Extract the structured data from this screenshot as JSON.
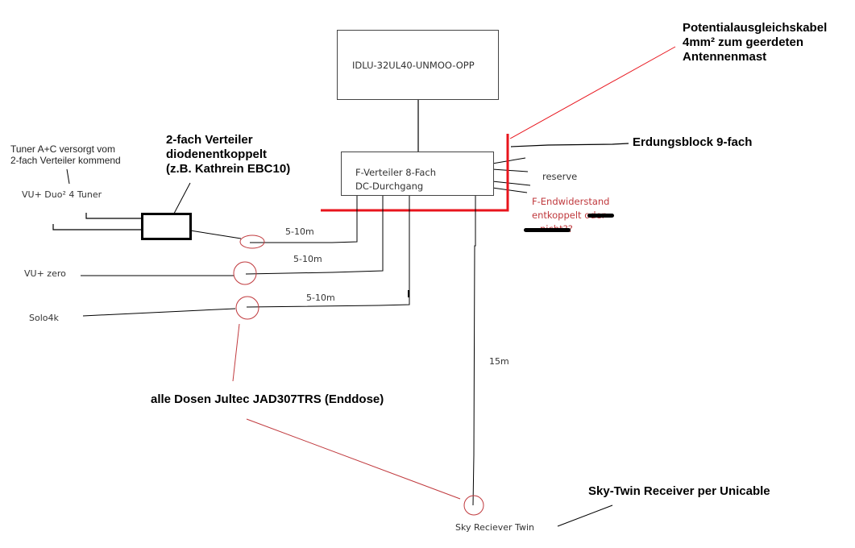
{
  "diagram": {
    "lnb": {
      "label": "IDLU-32UL40-UNMOO-OPP"
    },
    "multiswitch": {
      "line1": "F-Verteiler 8-Fach",
      "line2": "DC-Durchgang"
    },
    "potential_cable_note": {
      "line1": "Potentialausgleichskabel",
      "line2": "4mm² zum geerdeten",
      "line3": "Antennenmast"
    },
    "grounding_block": {
      "label": "Erdungsblock 9-fach"
    },
    "reserve": {
      "label": "reserve"
    },
    "terminator_note": {
      "line1": "F-Endwiderstand",
      "line2": "entkoppelt",
      "line2_struck": "oder",
      "line3_struck": "nicht??"
    },
    "splitter_note": {
      "line1": "2-fach Verteiler",
      "line2": "diodenentkoppelt",
      "line3": "(z.B. Kathrein EBC10)"
    },
    "tuner_note": {
      "line1": "Tuner A+C versorgt vom",
      "line2": "2-fach Verteiler kommend"
    },
    "devices": [
      {
        "label": "VU+ Duo² 4 Tuner",
        "cable_length": "5-10m"
      },
      {
        "label": "VU+ zero",
        "cable_length": "5-10m"
      },
      {
        "label": "Solo4k",
        "cable_length": "5-10m"
      },
      {
        "label": "Sky Reciever Twin",
        "cable_length": "15m"
      }
    ],
    "sockets_note": {
      "label": "alle Dosen Jultec JAD307TRS (Enddose)"
    },
    "sky_note": {
      "label": "Sky-Twin Receiver per Unicable"
    },
    "colors": {
      "ground_wire": "#e8141c",
      "socket": "#c0393d",
      "wire": "#000000",
      "box_border": "#444444"
    }
  }
}
